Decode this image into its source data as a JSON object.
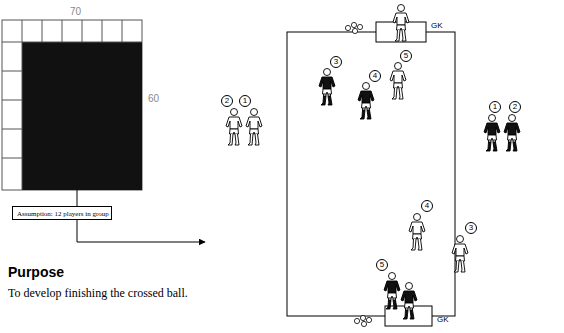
{
  "diagram": {
    "title": "Purpose",
    "nodes": [
      {
        "text": [
          "Assumption: 12 players in group"
        ]
      }
    ],
    "labels": [
      "70",
      "60",
      "To develop finishing the crossed ball.",
      "GK",
      "3",
      "4",
      "5",
      "2",
      "1",
      "1",
      "2",
      "4",
      "3",
      "5",
      "GK"
    ]
  }
}
